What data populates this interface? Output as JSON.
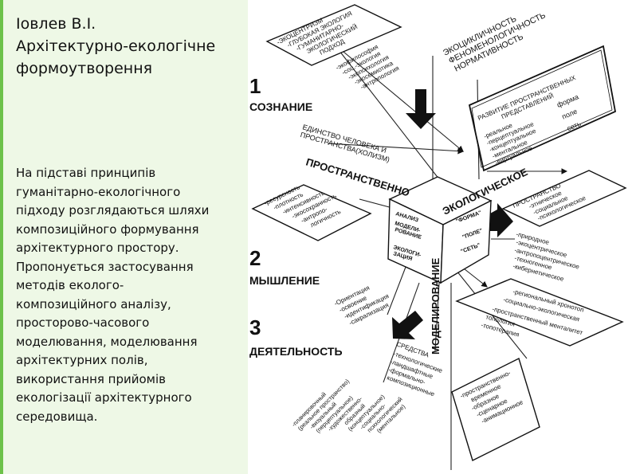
{
  "title": [
    "Іовлев В.І.",
    "Архітектурно-екологічне",
    "формоутворення"
  ],
  "body": [
    "На підставі принципів",
    "гуманітарно-екологічного",
    "підходу розглядаються шляхи",
    "композиційного формування",
    "архітектурного простору.",
    "Пропонується застосування",
    "методів еколого-",
    "композиційного аналізу,",
    "просторово-часового",
    "моделювання, моделювання",
    "архітектурних полів,",
    "використання прийомів",
    "екологізації архітектурного",
    "середовища."
  ],
  "diagram": {
    "stages": [
      {
        "number": "1",
        "name": "СОЗНАНИЕ"
      },
      {
        "number": "2",
        "name": "МЫШЛЕНИЕ"
      },
      {
        "number": "3",
        "name": "ДЕЯТЕЛЬНОСТЬ"
      }
    ],
    "top_card": [
      "-ЭКОЦЕНТРИЗМ",
      "-ГЛУБОКАЯ ЭКОЛОГИЯ",
      "-ГУМАНИТАРНО-",
      "ЭКОЛОГИЧЕСКИЙ",
      "ПОДХОД"
    ],
    "top_list": [
      "-экофилософия",
      "-соц.-экология",
      "-экопсихология",
      "-экосемиотика",
      "-антропология"
    ],
    "principles": [
      "ЭКОЦИКЛИЧНОСТЬ",
      "ФЕНОМЕНОЛОГИЧНОСТЬ",
      "НОРМАТИВНОСТЬ"
    ],
    "development": {
      "heading": [
        "РАЗВИТИЕ ПРОСТРАНСТВЕННЫХ",
        "ПРЕДСТАВЛЕНИЙ"
      ],
      "list": [
        "-реальное",
        "-перцептуальное",
        "-концептуальное",
        "-ментальное",
        "-виртуальное"
      ],
      "right": [
        "форма",
        "поле",
        "сеть"
      ]
    },
    "unity": [
      "ЕДИНСТВО ЧЕЛОВЕКА И",
      "ПРОСТРАНСТВА(ХОЛИЗМ)"
    ],
    "cube_top": [
      "ПРОСТРАНСТВЕННО",
      "ЭКОЛОГИЧЕСКОЕ"
    ],
    "cube_front": [
      "АНАЛИЗ",
      "МОДЕЛИ-",
      "РОВАНИЕ",
      "ЭКОЛОГИ-",
      "ЗАЦИЯ"
    ],
    "cube_side": [
      "\"ФОРМА\"",
      "\"ПОЛЕ\"",
      "\"СЕТЬ\""
    ],
    "cube_vertical": "МОДЕЛИРОВАНИЕ",
    "resources": [
      "-ресурсность",
      "-плотность",
      "-интенсивность",
      "-экосохранность",
      "-антропо-",
      "логичность"
    ],
    "space_card": [
      "ПРОСТРАНСТВО",
      "-этническое",
      "-социальное",
      "-психологическое"
    ],
    "nature_list": [
      "-природное",
      "-экоцентрическое",
      "-антропоцентрическое",
      "-техногенное",
      "-кибернетическое"
    ],
    "regional_list": [
      "-региональный хронотоп",
      "-социально-экологическая",
      "-пространственный менталитет",
      "топология",
      "-топотерапия"
    ],
    "orientation_list": [
      "-Ориентация",
      "-освоение",
      "-идентификация",
      "-сакрализация"
    ],
    "means": [
      "СРЕДСТВА",
      "-технологические",
      "-ландшафтные",
      "-формально-",
      "композиционные"
    ],
    "bottom_list": [
      "-планировочный",
      "(реальное пространство)",
      "-визуальный",
      "(перцептуальное)",
      "-художественно-",
      "образный",
      "(концептуальное)",
      "-социально-",
      "психологический",
      "(ментальное)"
    ],
    "bottom_card": [
      "-пространственно-",
      "временное",
      "-образное",
      "-сценарное",
      "-анимационное"
    ]
  }
}
